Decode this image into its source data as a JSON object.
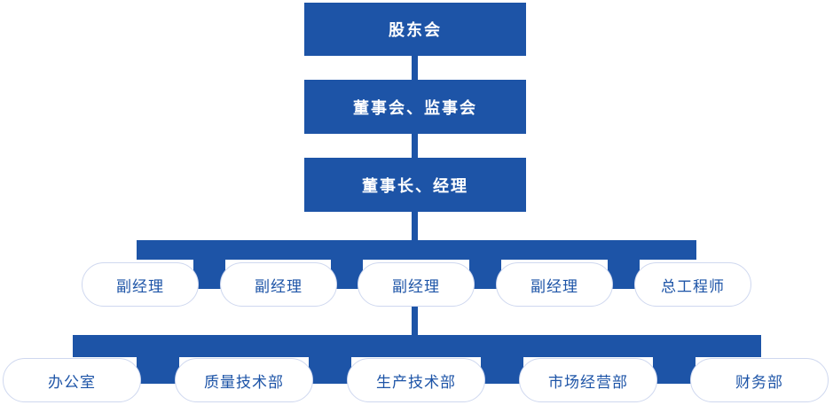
{
  "colors": {
    "primary": "#1d54a7",
    "pill-border": "#cfd8ef",
    "pill-text": "#1d54a7",
    "box-text": "#ffffff",
    "bg": "#ffffff"
  },
  "org": {
    "levels": [
      {
        "label": "股东会"
      },
      {
        "label": "董事会、监事会"
      },
      {
        "label": "董事长、经理"
      }
    ],
    "row1": {
      "items": [
        {
          "label": "副经理"
        },
        {
          "label": "副经理"
        },
        {
          "label": "副经理"
        },
        {
          "label": "副经理"
        },
        {
          "label": "总工程师"
        }
      ]
    },
    "row2": {
      "items": [
        {
          "label": "办公室"
        },
        {
          "label": "质量技术部"
        },
        {
          "label": "生产技术部"
        },
        {
          "label": "市场经营部"
        },
        {
          "label": "财务部"
        }
      ]
    }
  }
}
